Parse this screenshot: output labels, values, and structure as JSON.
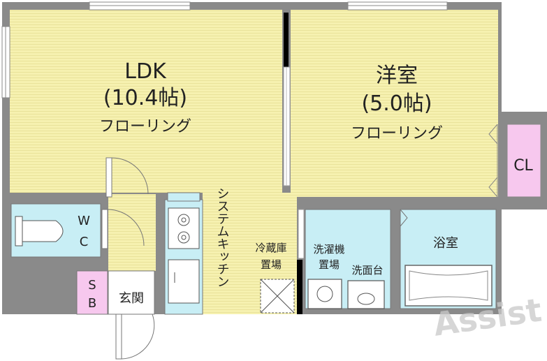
{
  "colors": {
    "flooring": "#f6f1b0",
    "wet_area": "#c8eef5",
    "closet": "#f7c8ee",
    "wall": "#8a8a8a",
    "entry_floor": "#f6f1b0"
  },
  "rooms": {
    "ldk": {
      "name": "LDK",
      "size": "(10.4帖)",
      "floor": "フローリング"
    },
    "western": {
      "name": "洋室",
      "size": "(5.0帖)",
      "floor": "フローリング"
    },
    "closet": {
      "name": "CL"
    },
    "bath": {
      "name": "浴室"
    },
    "toilet": {
      "name_line1": "W",
      "name_line2": "C"
    },
    "storage": {
      "name_line1": "S",
      "name_line2": "B"
    },
    "entrance": {
      "name": "玄関"
    },
    "kitchen": {
      "name": "システムキッチン"
    },
    "fridge": {
      "line1": "冷蔵庫",
      "line2": "置場"
    },
    "washer": {
      "line1": "洗濯機",
      "line2": "置場"
    },
    "washbasin": {
      "name": "洗面台"
    }
  },
  "logo": {
    "text": "Assist"
  }
}
